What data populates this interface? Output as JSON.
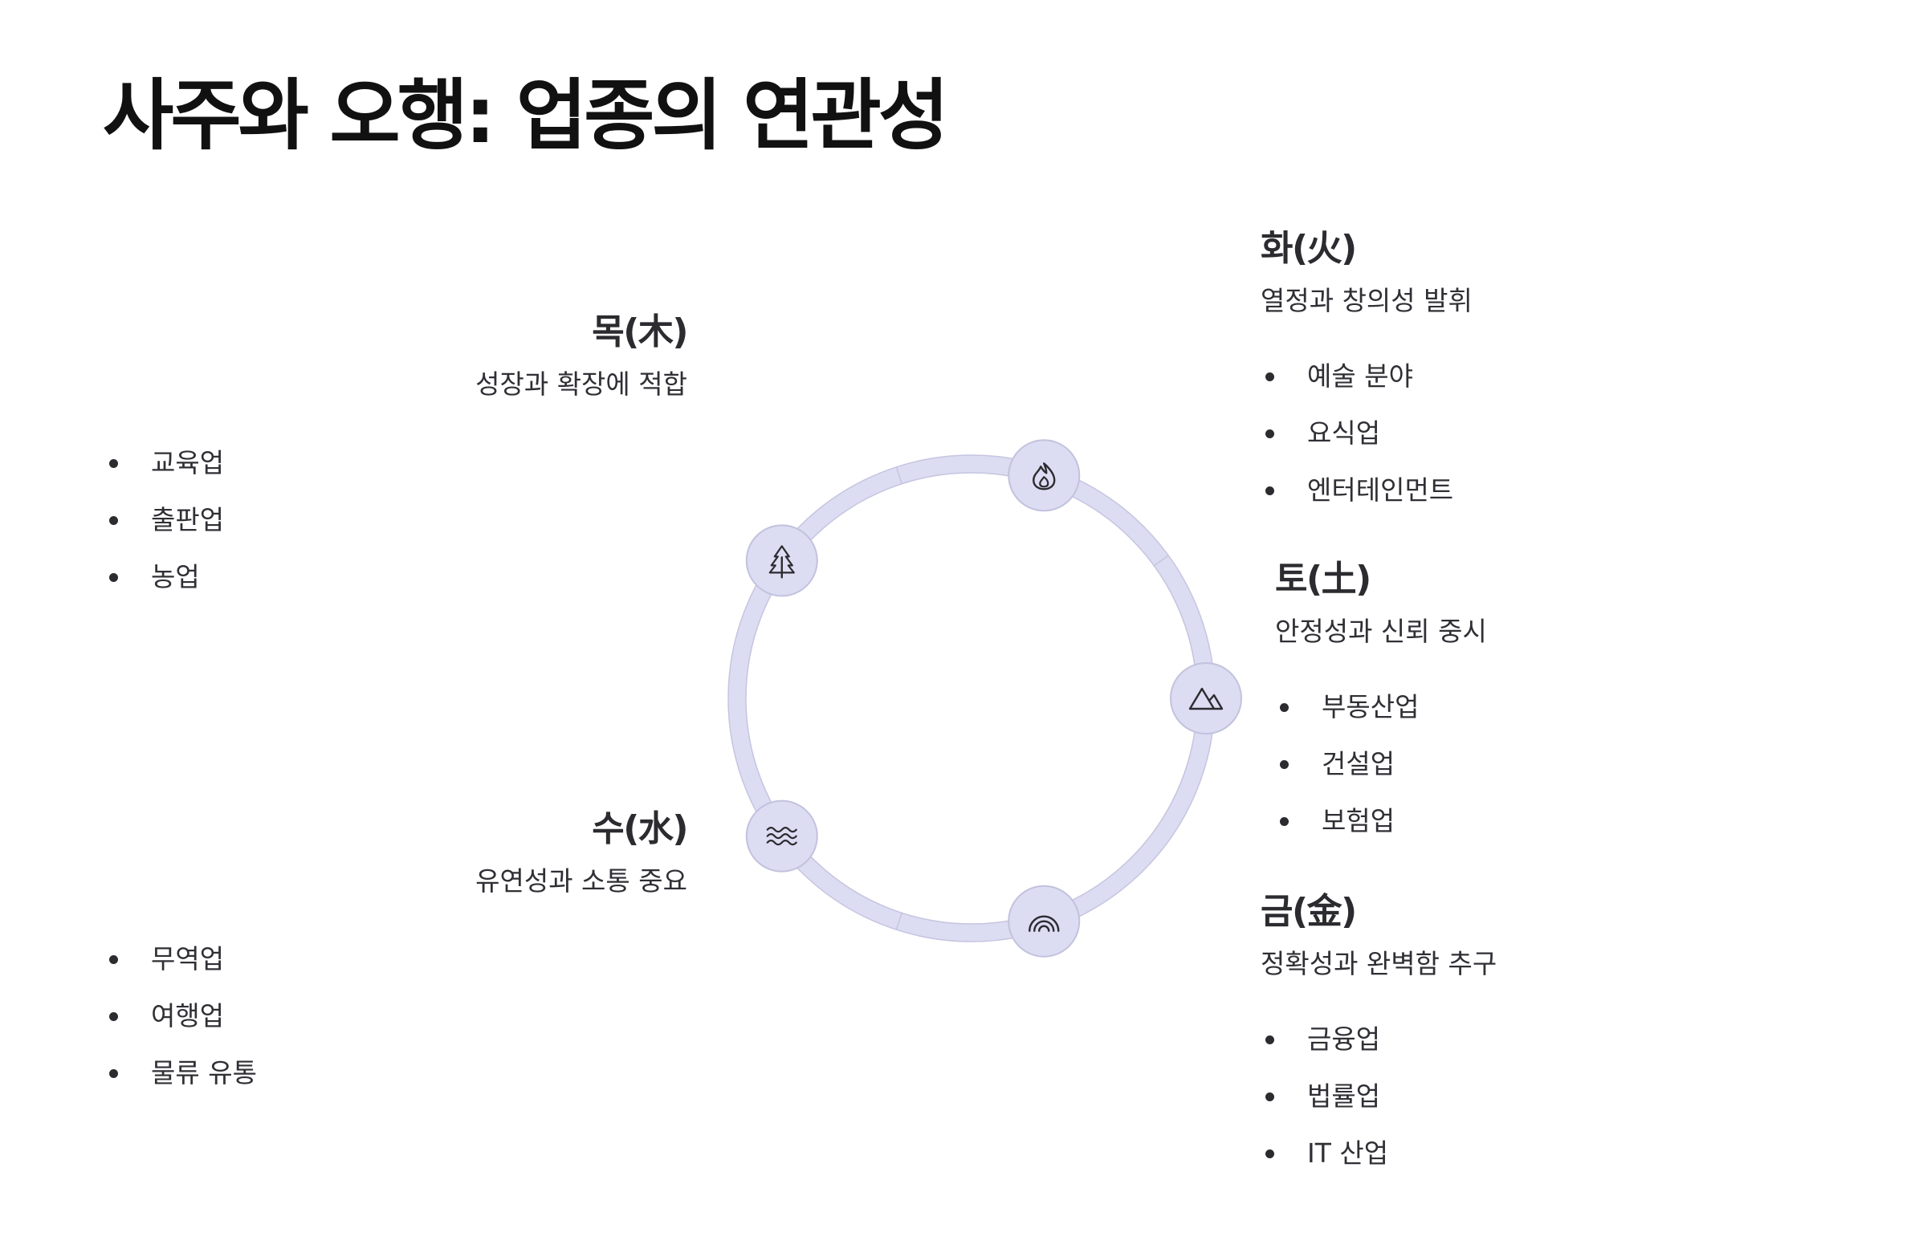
{
  "title": "사주와 오행: 업종의 연관성",
  "colors": {
    "ring_fill": "#dcdcf2",
    "ring_stroke": "#c5c5e0",
    "node_fill": "#dcdcf2",
    "node_stroke": "#c2c2de",
    "icon_stroke": "#2b2b30",
    "text": "#2f2f35"
  },
  "elements": {
    "wood": {
      "name": "목(木)",
      "desc": "성장과 확장에 적합",
      "icon": "tree-icon",
      "industries": [
        "교육업",
        "출판업",
        "농업"
      ]
    },
    "fire": {
      "name": "화(火)",
      "desc": "열정과 창의성 발휘",
      "icon": "flame-icon",
      "industries": [
        "예술 분야",
        "요식업",
        "엔터테인먼트"
      ]
    },
    "earth": {
      "name": "토(土)",
      "desc": "안정성과 신뢰 중시",
      "icon": "mountain-icon",
      "industries": [
        "부동산업",
        "건설업",
        "보험업"
      ]
    },
    "metal": {
      "name": "금(金)",
      "desc": "정확성과 완벽함 추구",
      "icon": "rainbow-icon",
      "industries": [
        "금융업",
        "법률업",
        "IT 산업"
      ]
    },
    "water": {
      "name": "수(水)",
      "desc": "유연성과 소통 중요",
      "icon": "waves-icon",
      "industries": [
        "무역업",
        "여행업",
        "물류 유통"
      ]
    }
  }
}
